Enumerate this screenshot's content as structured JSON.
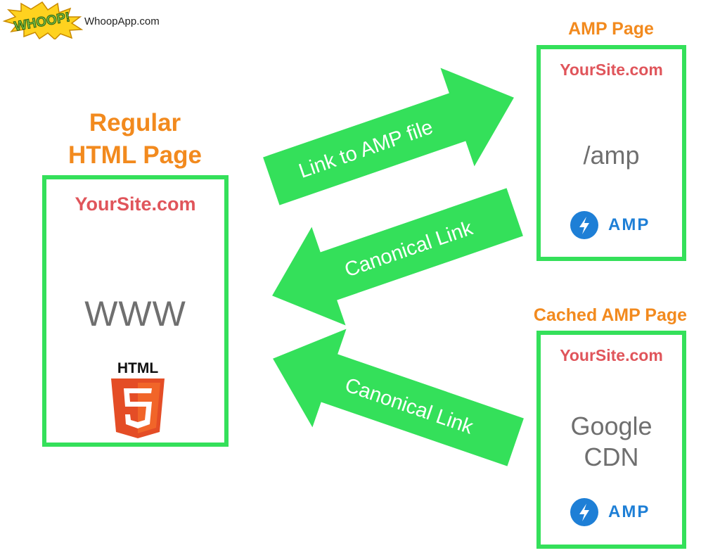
{
  "header": {
    "brand_text": "WhoopApp.com",
    "logo_text": "WHOOP!"
  },
  "regular": {
    "title_line1": "Regular",
    "title_line2": "HTML Page",
    "site": "YourSite.com",
    "main_text": "WWW",
    "badge_text": "HTML",
    "badge_number": "5"
  },
  "amp": {
    "title": "AMP Page",
    "site": "YourSite.com",
    "path": "/amp",
    "badge_label": "AMP"
  },
  "cached": {
    "title": "Cached AMP Page",
    "site": "YourSite.com",
    "line1": "Google",
    "line2": "CDN",
    "badge_label": "AMP"
  },
  "arrows": {
    "link_to_amp": "Link to AMP file",
    "canonical_1": "Canonical Link",
    "canonical_2": "Canonical Link"
  },
  "colors": {
    "accent_orange": "#f28a1e",
    "site_red": "#e0555b",
    "card_green": "#34e05a",
    "amp_blue": "#1e7fd6",
    "html5_orange": "#e44d26"
  },
  "icons": [
    "whoop-logo-icon",
    "html5-shield-icon",
    "amp-bolt-icon"
  ]
}
